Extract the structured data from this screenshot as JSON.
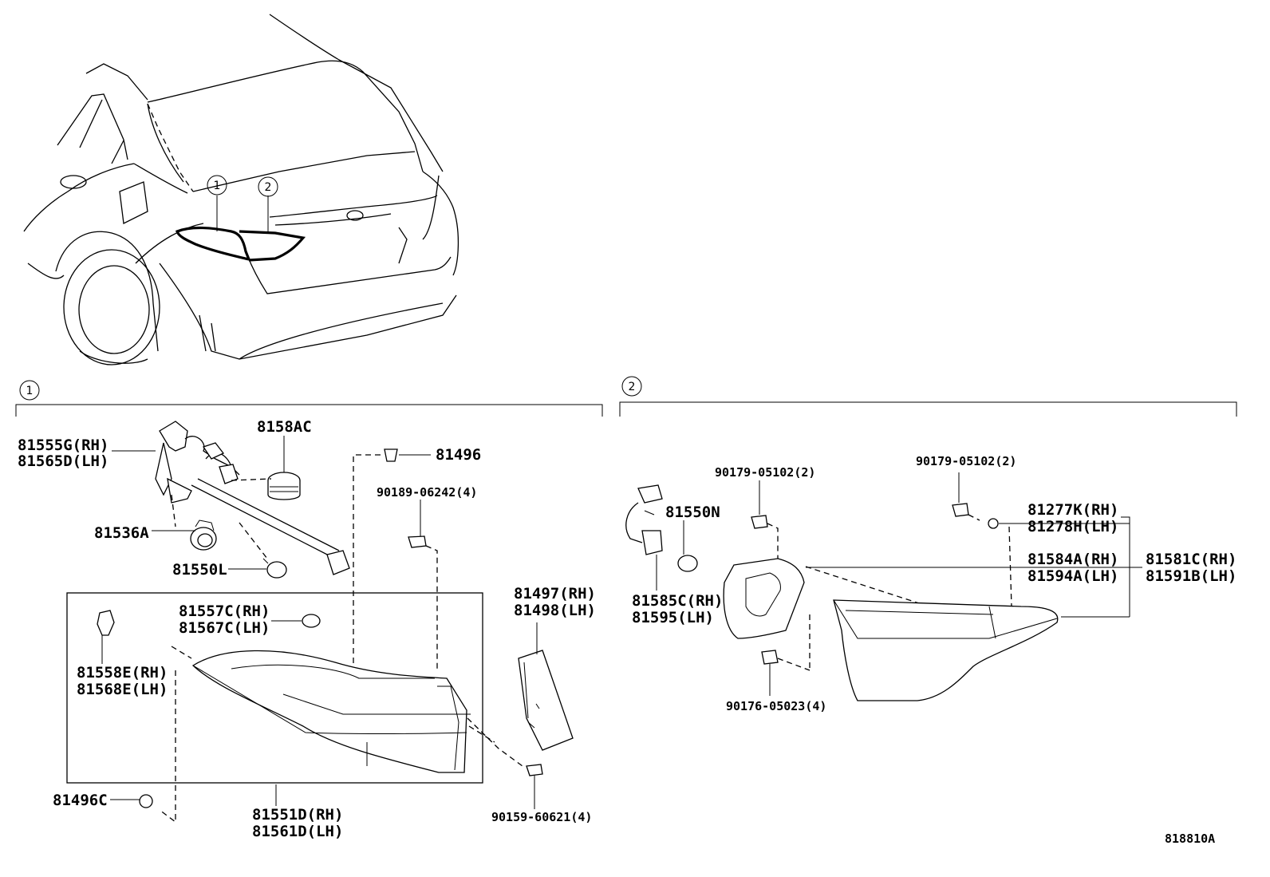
{
  "callouts": {
    "c1": "1",
    "c2": "2"
  },
  "section1": {
    "p81555": "81555G(RH)",
    "p81565": "81565D(LH)",
    "p8158ac": "8158AC",
    "p81496": "81496",
    "p90189": "90189-06242(4)",
    "p81536": "81536A",
    "p81550l": "81550L",
    "p81557": "81557C(RH)",
    "p81567": "81567C(LH)",
    "p81497": "81497(RH)",
    "p81498": "81498(LH)",
    "p81558": "81558E(RH)",
    "p81568": "81568E(LH)",
    "p81496c": "81496C",
    "p81551": "81551D(RH)",
    "p81561": "81561D(LH)",
    "p90159": "90159-60621(4)"
  },
  "section2": {
    "p90179a": "90179-05102(2)",
    "p90179b": "90179-05102(2)",
    "p81550n": "81550N",
    "p81277": "81277K(RH)",
    "p81278": "81278H(LH)",
    "p81584": "81584A(RH)",
    "p81594": "81594A(LH)",
    "p81581": "81581C(RH)",
    "p81591": "81591B(LH)",
    "p81585": "81585C(RH)",
    "p81595": "81595(LH)",
    "p90176": "90176-05023(4)"
  },
  "diagram_id": "818810A"
}
